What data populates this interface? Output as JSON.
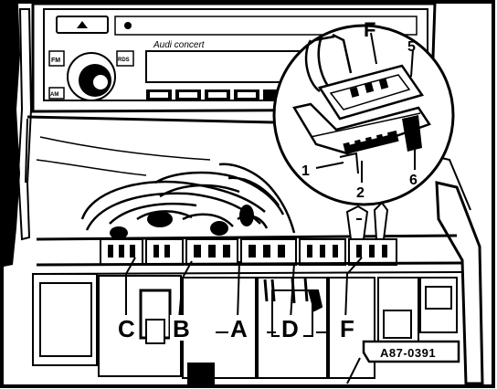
{
  "radio": {
    "brand": "Audi concert",
    "button_labels": [
      "FM",
      "AM",
      "RDS"
    ]
  },
  "labels": {
    "main": [
      "C",
      "B",
      "A",
      "D",
      "F"
    ],
    "inset_F": "F",
    "inset_5": "5",
    "inset_1": "1",
    "inset_2": "2",
    "inset_6": "6"
  },
  "reference_code": "A87-0391",
  "colors": {
    "line": "#000000",
    "background": "#ffffff"
  }
}
